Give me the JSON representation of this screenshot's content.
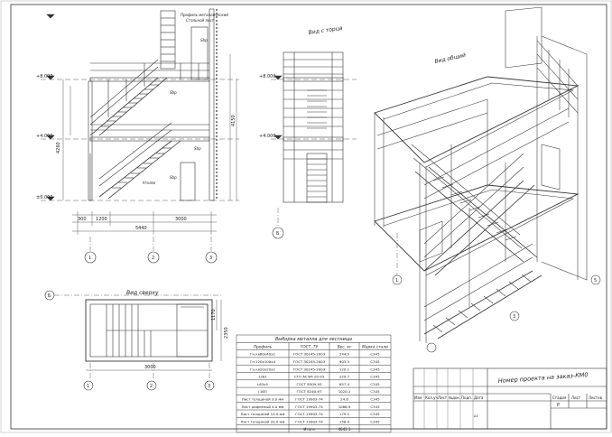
{
  "drawing": {
    "views": {
      "side": {
        "levels": [
          "+8.000",
          "+4.000",
          "±0.000"
        ],
        "dims_bottom": [
          "300",
          "1200",
          "3000"
        ],
        "dim_total": "5440",
        "dim_height": "4260",
        "dim_right": "4150",
        "axes": [
          "1",
          "2",
          "3"
        ]
      },
      "front": {
        "title": "Вид с торца",
        "levels": [
          "+8.000",
          "+4.000"
        ],
        "axis": "Б"
      },
      "iso": {
        "title": "Вид общий",
        "axes": [
          "1",
          "3",
          "5"
        ]
      },
      "plan": {
        "title": "Вид сверху",
        "axes": [
          "1",
          "2",
          "3"
        ],
        "axis_letter": "Б",
        "dims": [
          "3000",
          "2350",
          "1170"
        ]
      }
    },
    "notes": [
      "Профиль металлический",
      "Стальной лист",
      "Sbp",
      "Sbp",
      "Sbp",
      "Уголок",
      "Sbp"
    ]
  },
  "spec": {
    "title": "Выборка металла для лестницы",
    "headers": [
      "Профиль",
      "ГОСТ, ТУ",
      "Вес, кг",
      "Марка стали"
    ],
    "rows": [
      [
        "Гн.кв60х40х2",
        "ГОСТ 30245-2003",
        "244.5",
        "С345"
      ],
      [
        "Гн.120х100х4",
        "ГОСТ 30245-2003",
        "903.5",
        "С345"
      ],
      [
        "Гн.кв20х20х2",
        "ГОСТ 30245-2003",
        "120.1",
        "С345"
      ],
      [
        "12Б1",
        "СТО АСЧМ 20-93",
        "229.7",
        "С345"
      ],
      [
        "L63х5",
        "ГОСТ 8509-93",
        "657.4",
        "С345"
      ],
      [
        "[16П",
        "ГОСТ 8240-97",
        "1020.1",
        "С345"
      ],
      [
        "Лист толщиной 3.0 мм",
        "ГОСТ 19903-74",
        "24.6",
        "С345"
      ],
      [
        "Лист рифлёный 4.0 мм",
        "ГОСТ 19903-74",
        "1086.9",
        "С345"
      ],
      [
        "Лист толщиной 10.0 мм",
        "ГОСТ 19903-74",
        "179.1",
        "С345"
      ],
      [
        "Лист толщиной 20.0 мм",
        "ГОСТ 19903-74",
        "156.4",
        "С345"
      ]
    ],
    "total_label": "Итого",
    "total_value": "4641.1"
  },
  "title_block": {
    "project": "Номер проекта на заказ-КМ0",
    "stamp_cols": [
      "Изм.",
      "Кол.уч",
      "Лист",
      "№док.",
      "Подп.",
      "Дата"
    ],
    "stage_headers": [
      "Стадия",
      "Лист",
      "Листов"
    ],
    "stage": "Р",
    "format": "А3"
  }
}
